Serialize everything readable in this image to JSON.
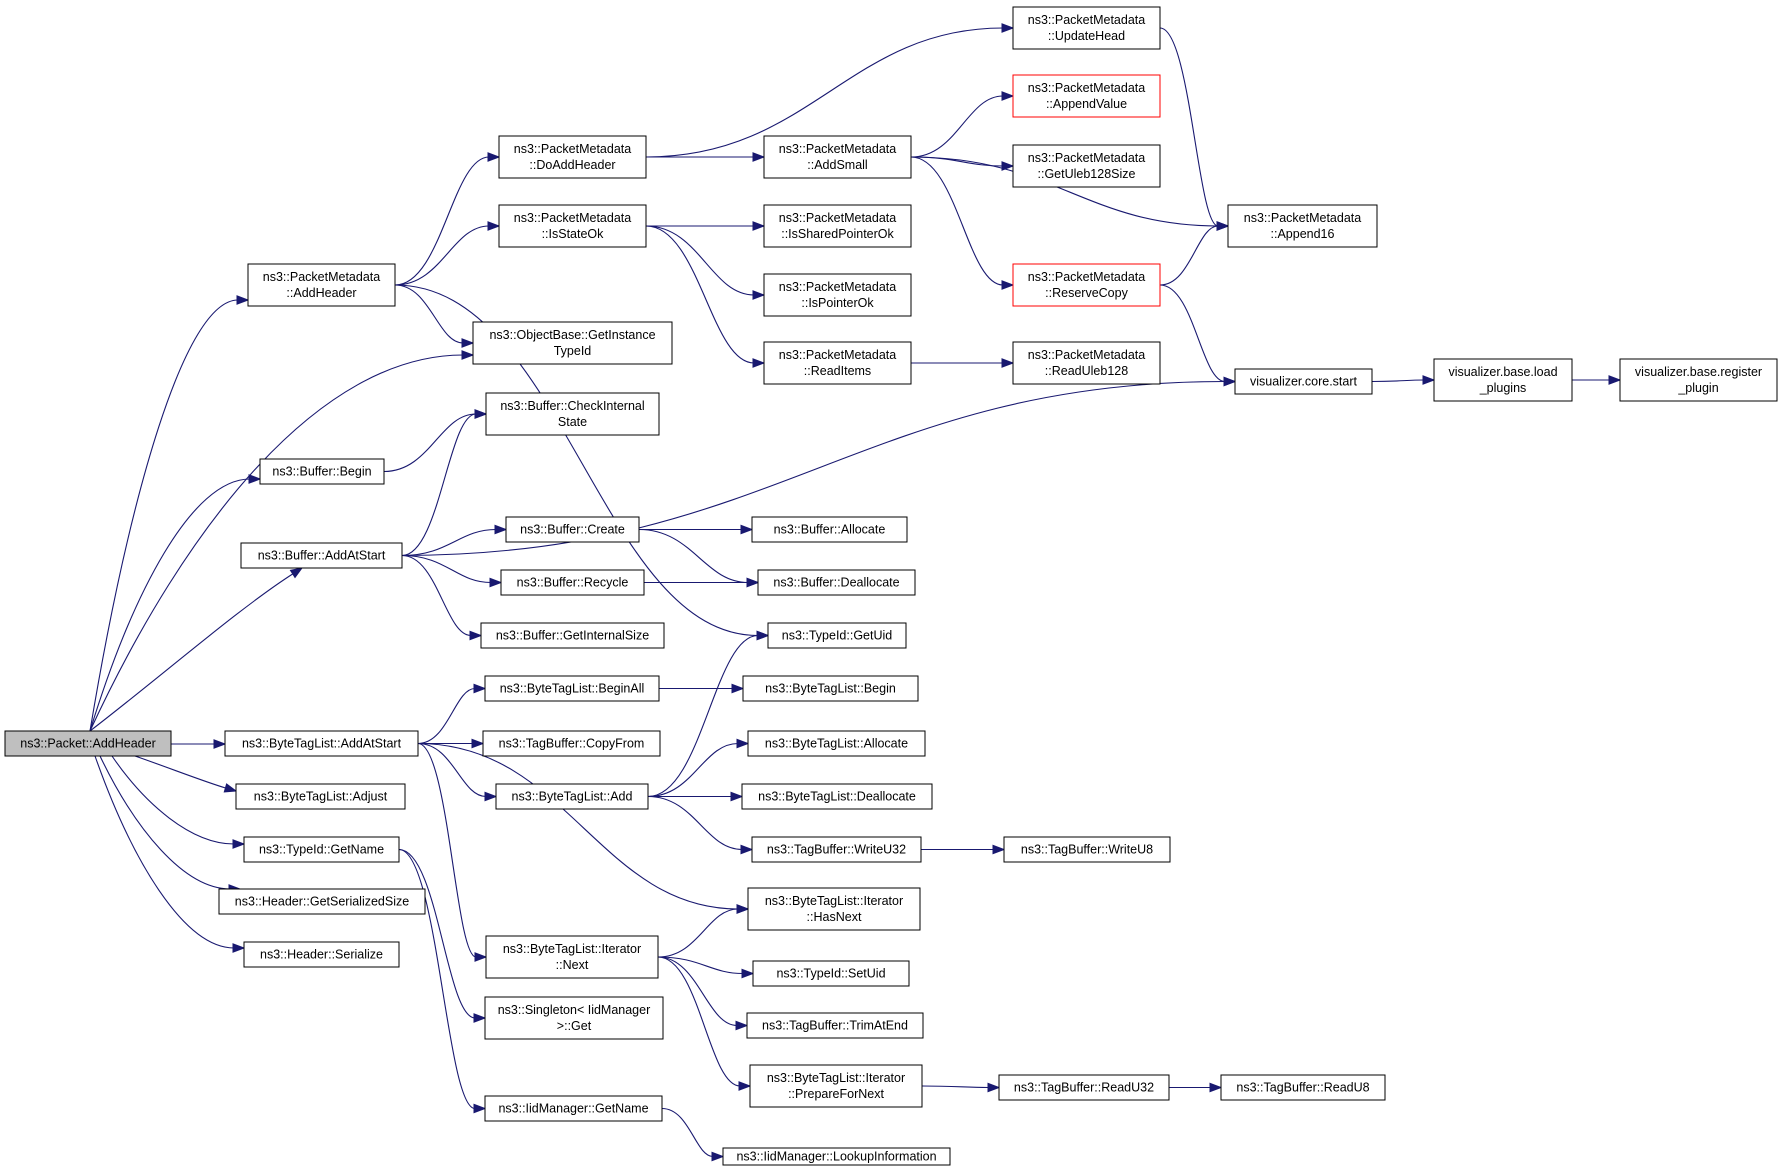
{
  "graph": {
    "colors": {
      "edge": "#191970",
      "root_fill": "#bfbfbf",
      "node_border": "#000000",
      "warning_border": "#ff0000"
    },
    "nodes": [
      {
        "id": "n0",
        "lines": [
          "ns3::Packet::AddHeader"
        ],
        "root": true
      },
      {
        "id": "n1",
        "lines": [
          "ns3::PacketMetadata",
          "::AddHeader"
        ]
      },
      {
        "id": "n2",
        "lines": [
          "ns3::PacketMetadata",
          "::DoAddHeader"
        ]
      },
      {
        "id": "n3",
        "lines": [
          "ns3::PacketMetadata",
          "::AddSmall"
        ]
      },
      {
        "id": "n4",
        "lines": [
          "ns3::PacketMetadata",
          "::Append16"
        ]
      },
      {
        "id": "n5",
        "lines": [
          "ns3::PacketMetadata",
          "::AppendValue"
        ],
        "warning": true
      },
      {
        "id": "n6",
        "lines": [
          "ns3::PacketMetadata",
          "::GetUleb128Size"
        ]
      },
      {
        "id": "n7",
        "lines": [
          "ns3::PacketMetadata",
          "::ReserveCopy"
        ],
        "warning": true
      },
      {
        "id": "n8",
        "lines": [
          "visualizer.core.start"
        ]
      },
      {
        "id": "n9",
        "lines": [
          "visualizer.base.load",
          "_plugins"
        ]
      },
      {
        "id": "n10",
        "lines": [
          "visualizer.base.register",
          "_plugin"
        ]
      },
      {
        "id": "n11",
        "lines": [
          "ns3::PacketMetadata",
          "::UpdateHead"
        ]
      },
      {
        "id": "n12",
        "lines": [
          "ns3::PacketMetadata",
          "::IsStateOk"
        ]
      },
      {
        "id": "n13",
        "lines": [
          "ns3::PacketMetadata",
          "::IsSharedPointerOk"
        ]
      },
      {
        "id": "n14",
        "lines": [
          "ns3::PacketMetadata",
          "::IsPointerOk"
        ]
      },
      {
        "id": "n15",
        "lines": [
          "ns3::PacketMetadata",
          "::ReadItems"
        ]
      },
      {
        "id": "n16",
        "lines": [
          "ns3::PacketMetadata",
          "::ReadUleb128"
        ]
      },
      {
        "id": "n17",
        "lines": [
          "ns3::ObjectBase::GetInstance",
          "TypeId"
        ]
      },
      {
        "id": "n18",
        "lines": [
          "ns3::TypeId::GetUid"
        ]
      },
      {
        "id": "n19",
        "lines": [
          "ns3::Buffer::AddAtStart"
        ]
      },
      {
        "id": "n20",
        "lines": [
          "ns3::Buffer::CheckInternal",
          "State"
        ]
      },
      {
        "id": "n21",
        "lines": [
          "ns3::Buffer::Create"
        ]
      },
      {
        "id": "n22",
        "lines": [
          "ns3::Buffer::Allocate"
        ]
      },
      {
        "id": "n23",
        "lines": [
          "ns3::Buffer::Deallocate"
        ]
      },
      {
        "id": "n24",
        "lines": [
          "ns3::Buffer::Recycle"
        ]
      },
      {
        "id": "n25",
        "lines": [
          "ns3::Buffer::GetInternalSize"
        ]
      },
      {
        "id": "n26",
        "lines": [
          "ns3::Buffer::Begin"
        ]
      },
      {
        "id": "n27",
        "lines": [
          "ns3::ByteTagList::AddAtStart"
        ]
      },
      {
        "id": "n28",
        "lines": [
          "ns3::ByteTagList::BeginAll"
        ]
      },
      {
        "id": "n29",
        "lines": [
          "ns3::ByteTagList::Begin"
        ]
      },
      {
        "id": "n30",
        "lines": [
          "ns3::TagBuffer::CopyFrom"
        ]
      },
      {
        "id": "n31",
        "lines": [
          "ns3::ByteTagList::Add"
        ]
      },
      {
        "id": "n32",
        "lines": [
          "ns3::ByteTagList::Allocate"
        ]
      },
      {
        "id": "n33",
        "lines": [
          "ns3::ByteTagList::Deallocate"
        ]
      },
      {
        "id": "n34",
        "lines": [
          "ns3::TagBuffer::WriteU32"
        ]
      },
      {
        "id": "n35",
        "lines": [
          "ns3::TagBuffer::WriteU8"
        ]
      },
      {
        "id": "n36",
        "lines": [
          "ns3::ByteTagList::Iterator",
          "::HasNext"
        ]
      },
      {
        "id": "n37",
        "lines": [
          "ns3::ByteTagList::Iterator",
          "::Next"
        ]
      },
      {
        "id": "n38",
        "lines": [
          "ns3::TypeId::SetUid"
        ]
      },
      {
        "id": "n39",
        "lines": [
          "ns3::TagBuffer::TrimAtEnd"
        ]
      },
      {
        "id": "n40",
        "lines": [
          "ns3::ByteTagList::Iterator",
          "::PrepareForNext"
        ]
      },
      {
        "id": "n41",
        "lines": [
          "ns3::TagBuffer::ReadU32"
        ]
      },
      {
        "id": "n42",
        "lines": [
          "ns3::TagBuffer::ReadU8"
        ]
      },
      {
        "id": "n43",
        "lines": [
          "ns3::ByteTagList::Adjust"
        ]
      },
      {
        "id": "n44",
        "lines": [
          "ns3::TypeId::GetName"
        ]
      },
      {
        "id": "n45",
        "lines": [
          "ns3::Singleton< IidManager",
          " >::Get"
        ]
      },
      {
        "id": "n46",
        "lines": [
          "ns3::IidManager::GetName"
        ]
      },
      {
        "id": "n47",
        "lines": [
          "ns3::IidManager::LookupInformation"
        ]
      },
      {
        "id": "n48",
        "lines": [
          "ns3::Header::GetSerializedSize"
        ]
      },
      {
        "id": "n49",
        "lines": [
          "ns3::Header::Serialize"
        ]
      }
    ],
    "edges": [
      [
        "n0",
        "n1"
      ],
      [
        "n0",
        "n17"
      ],
      [
        "n0",
        "n26"
      ],
      [
        "n0",
        "n19"
      ],
      [
        "n0",
        "n27"
      ],
      [
        "n0",
        "n43"
      ],
      [
        "n0",
        "n44"
      ],
      [
        "n0",
        "n48"
      ],
      [
        "n0",
        "n49"
      ],
      [
        "n1",
        "n2"
      ],
      [
        "n1",
        "n12"
      ],
      [
        "n1",
        "n17"
      ],
      [
        "n1",
        "n18"
      ],
      [
        "n2",
        "n11"
      ],
      [
        "n2",
        "n3"
      ],
      [
        "n3",
        "n5"
      ],
      [
        "n3",
        "n6"
      ],
      [
        "n3",
        "n4"
      ],
      [
        "n3",
        "n7"
      ],
      [
        "n11",
        "n4"
      ],
      [
        "n7",
        "n4"
      ],
      [
        "n7",
        "n8"
      ],
      [
        "n8",
        "n9"
      ],
      [
        "n9",
        "n10"
      ],
      [
        "n12",
        "n13"
      ],
      [
        "n12",
        "n14"
      ],
      [
        "n12",
        "n15"
      ],
      [
        "n15",
        "n16"
      ],
      [
        "n26",
        "n20"
      ],
      [
        "n19",
        "n20"
      ],
      [
        "n19",
        "n8"
      ],
      [
        "n19",
        "n21"
      ],
      [
        "n19",
        "n24"
      ],
      [
        "n19",
        "n25"
      ],
      [
        "n21",
        "n22"
      ],
      [
        "n21",
        "n23"
      ],
      [
        "n24",
        "n23"
      ],
      [
        "n27",
        "n28"
      ],
      [
        "n27",
        "n30"
      ],
      [
        "n27",
        "n31"
      ],
      [
        "n27",
        "n36"
      ],
      [
        "n27",
        "n37"
      ],
      [
        "n28",
        "n29"
      ],
      [
        "n31",
        "n18"
      ],
      [
        "n31",
        "n32"
      ],
      [
        "n31",
        "n33"
      ],
      [
        "n31",
        "n34"
      ],
      [
        "n34",
        "n35"
      ],
      [
        "n37",
        "n36"
      ],
      [
        "n37",
        "n38"
      ],
      [
        "n37",
        "n39"
      ],
      [
        "n37",
        "n40"
      ],
      [
        "n40",
        "n41"
      ],
      [
        "n41",
        "n42"
      ],
      [
        "n44",
        "n45"
      ],
      [
        "n44",
        "n46"
      ],
      [
        "n46",
        "n47"
      ]
    ]
  }
}
